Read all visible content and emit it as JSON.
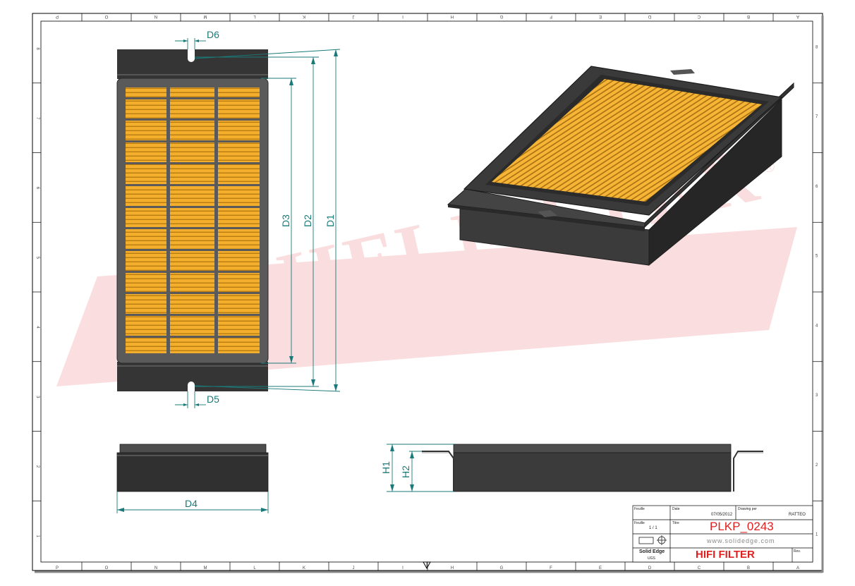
{
  "drawing": {
    "dimensions": {
      "d1": "D1",
      "d2": "D2",
      "d3": "D3",
      "d4": "D4",
      "d5": "D5",
      "d6": "D6",
      "h1": "H1",
      "h2": "H2"
    },
    "watermark": {
      "brand": "HIFI FILTER",
      "mark": "®"
    },
    "frame_columns": [
      "P",
      "O",
      "N",
      "M",
      "L",
      "K",
      "J",
      "I",
      "H",
      "G",
      "F",
      "E",
      "D",
      "C",
      "B",
      "A"
    ],
    "frame_rows": [
      "8",
      "7",
      "6",
      "5",
      "4",
      "3",
      "2",
      "1"
    ]
  },
  "title_block": {
    "date_label": "Date",
    "date_value": "07/05/2012",
    "drawn_by_label": "Drawing per",
    "drawn_by_value": "RATTEO",
    "feuille_label": "Feuille",
    "sheet_value": "1 / 1",
    "title_label": "Titre",
    "part_number": "PLKP_0243",
    "website": "www.solidedge.com",
    "software": "Solid Edge",
    "units": "UGS",
    "brand": "HIFI FILTER",
    "rev_label": "Rev."
  },
  "colors": {
    "filter_media": "#f3ae2c",
    "frame_dark": "#353535",
    "frame_grey": "#5a5a5a",
    "dimension": "#1a7a7a",
    "watermark": "#e8474c",
    "brand_red": "#e02020"
  }
}
